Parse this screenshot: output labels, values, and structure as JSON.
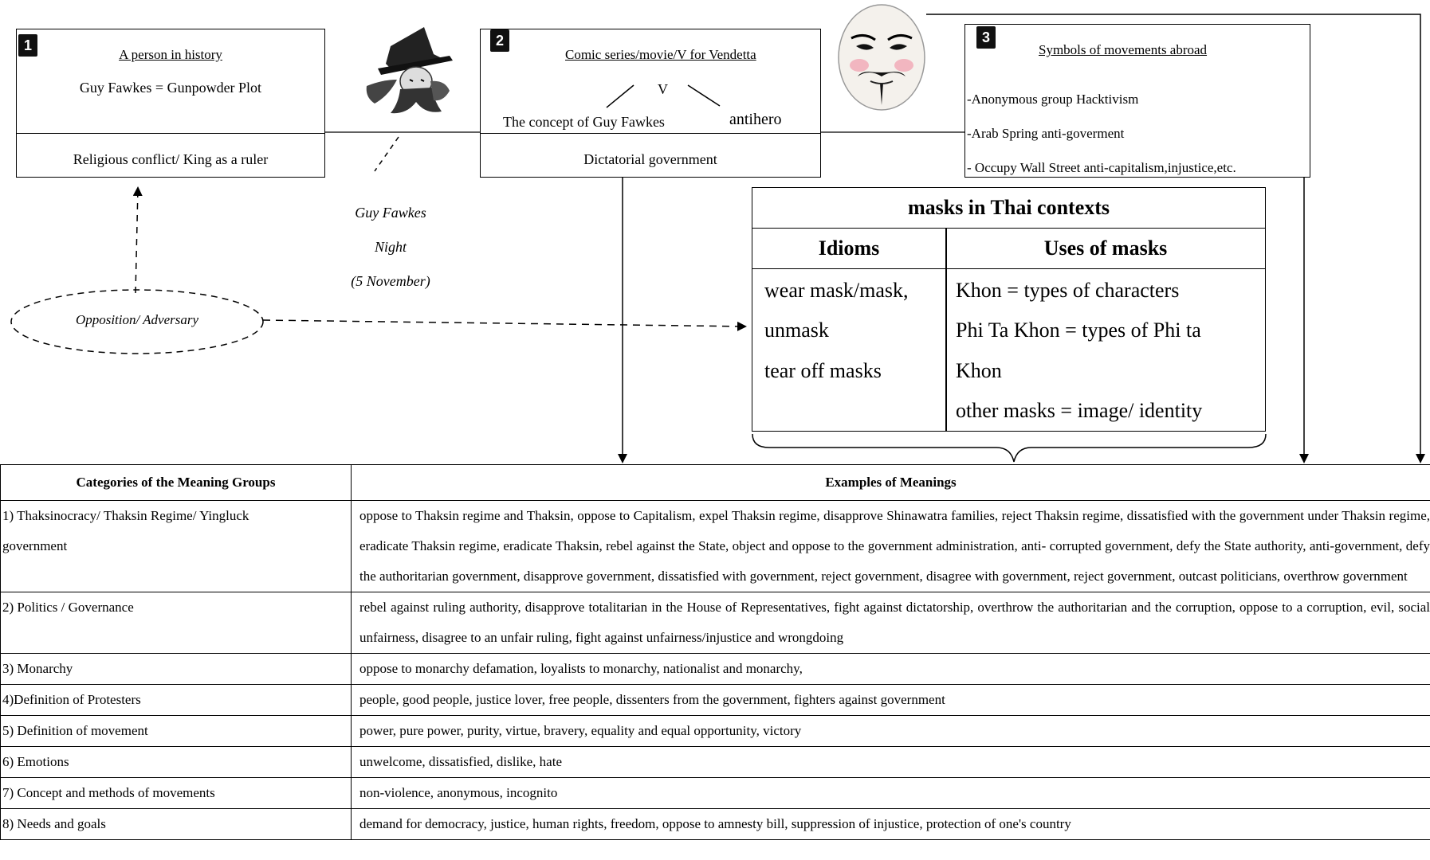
{
  "box1": {
    "number": "1",
    "title": "A person in history",
    "line": "Guy Fawkes = Gunpowder Plot",
    "footer": "Religious conflict/ King as a ruler"
  },
  "guy_fawkes_night": [
    "Guy Fawkes",
    "Night",
    "(5 November)"
  ],
  "box2": {
    "number": "2",
    "title": "Comic series/movie/V for Vendetta",
    "v_letter": "V",
    "concept": "The concept of Guy Fawkes",
    "antihero": "antihero",
    "footer": "Dictatorial government"
  },
  "box3": {
    "number": "3",
    "title": "Symbols of movements abroad",
    "items": [
      "-Anonymous group Hacktivism",
      "-Arab Spring anti-goverment",
      "- Occupy Wall Street anti-capitalism,injustice,etc."
    ]
  },
  "opposition": "Opposition/ Adversary",
  "mask_table": {
    "title": "masks in Thai contexts",
    "col1_header": "Idioms",
    "col2_header": "Uses of masks",
    "idioms": [
      "wear mask/mask,",
      "unmask",
      "tear off masks"
    ],
    "uses": [
      "Khon = types of characters",
      "Phi Ta Khon = types of Phi ta",
      "Khon",
      "other masks = image/ identity"
    ]
  },
  "main_table": {
    "header_categories": "Categories of the Meaning Groups",
    "header_examples": "Examples of Meanings",
    "rows": [
      {
        "category_lines": [
          "1) Thaksinocracy/ Thaksin Regime/ Yingluck",
          "government"
        ],
        "examples": "oppose to Thaksin regime and Thaksin, oppose to Capitalism, expel Thaksin regime, disapprove Shinawatra families, reject Thaksin regime, dissatisfied with the government under Thaksin regime, eradicate Thaksin regime, eradicate Thaksin, rebel against the State, object and oppose to the government administration, anti- corrupted government, defy the State authority, anti-government, defy the authoritarian government, disapprove government, dissatisfied with government, reject government, disagree with government, reject government, outcast politicians, overthrow government"
      },
      {
        "category_lines": [
          "2) Politics / Governance"
        ],
        "examples": "rebel against ruling authority, disapprove totalitarian in the House of Representatives, fight against dictatorship, overthrow the authoritarian and the corruption, oppose to a corruption, evil, social unfairness, disagree to an unfair ruling, fight against unfairness/injustice and wrongdoing"
      },
      {
        "category_lines": [
          "3) Monarchy"
        ],
        "examples": "oppose to monarchy defamation, loyalists to monarchy, nationalist and monarchy,"
      },
      {
        "category_lines": [
          "4)Definition of Protesters"
        ],
        "examples": "people, good people, justice lover, free people, dissenters from the government, fighters against government"
      },
      {
        "category_lines": [
          "5) Definition of movement"
        ],
        "examples": "power, pure power, purity, virtue, bravery, equality and equal opportunity, victory"
      },
      {
        "category_lines": [
          "6) Emotions"
        ],
        "examples": "unwelcome, dissatisfied, dislike, hate"
      },
      {
        "category_lines": [
          "7) Concept and methods of movements"
        ],
        "examples": "non-violence, anonymous, incognito"
      },
      {
        "category_lines": [
          "8) Needs and goals"
        ],
        "examples": "demand for democracy, justice, human rights, freedom, oppose to amnesty bill, suppression of injustice, protection of one's country"
      }
    ]
  }
}
